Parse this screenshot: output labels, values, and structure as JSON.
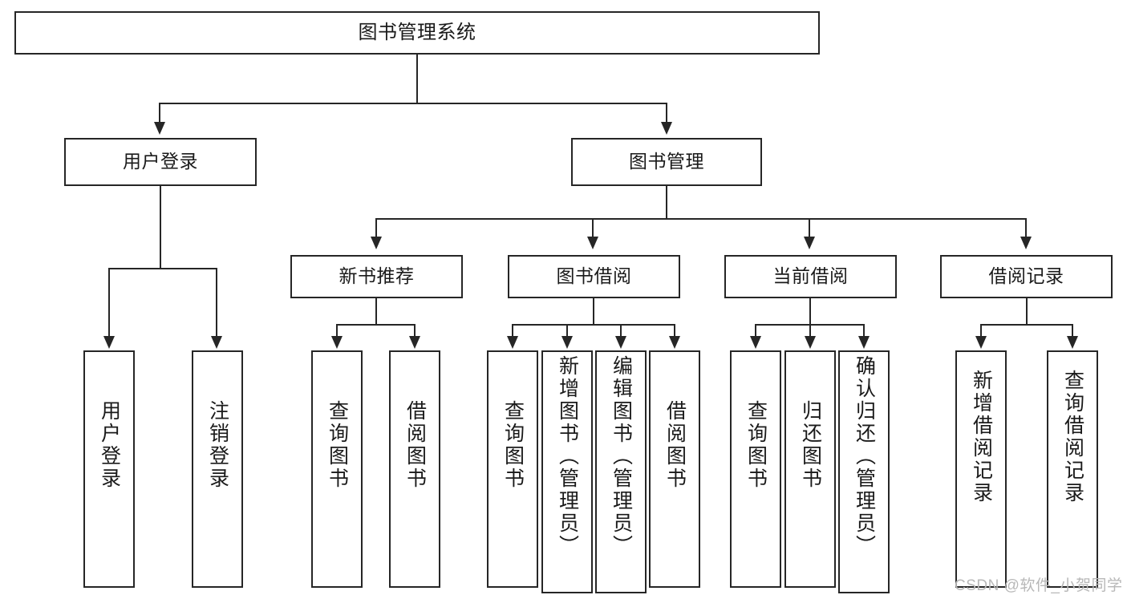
{
  "diagram": {
    "type": "hierarchy-tree",
    "title": "图书管理系统",
    "watermark": "CSDN @软件_小贺同学",
    "accent_color": "#262626",
    "background_color": "#ffffff",
    "root": {
      "id": "root",
      "label": "图书管理系统",
      "orientation": "horizontal"
    },
    "level2": [
      {
        "id": "user-login",
        "label": "用户登录",
        "orientation": "horizontal"
      },
      {
        "id": "book-manage",
        "label": "图书管理",
        "orientation": "horizontal"
      }
    ],
    "level3": [
      {
        "id": "new-book-recommend",
        "label": "新书推荐",
        "orientation": "horizontal",
        "parent": "book-manage"
      },
      {
        "id": "book-borrow",
        "label": "图书借阅",
        "orientation": "horizontal",
        "parent": "book-manage"
      },
      {
        "id": "current-borrow",
        "label": "当前借阅",
        "orientation": "horizontal",
        "parent": "book-manage"
      },
      {
        "id": "borrow-record",
        "label": "借阅记录",
        "orientation": "horizontal",
        "parent": "book-manage"
      }
    ],
    "leaves": [
      {
        "id": "leaf-user-login",
        "label": "用户登录",
        "parent": "user-login",
        "orientation": "vertical"
      },
      {
        "id": "leaf-user-logout",
        "label": "注销登录",
        "parent": "user-login",
        "orientation": "vertical"
      },
      {
        "id": "leaf-query-book-1",
        "label": "查询图书",
        "parent": "new-book-recommend",
        "orientation": "vertical"
      },
      {
        "id": "leaf-borrow-book-1",
        "label": "借阅图书",
        "parent": "new-book-recommend",
        "orientation": "vertical"
      },
      {
        "id": "leaf-query-book-2",
        "label": "查询图书",
        "parent": "book-borrow",
        "orientation": "vertical"
      },
      {
        "id": "leaf-add-book",
        "label": "新增图书（管理员）",
        "parent": "book-borrow",
        "orientation": "vertical"
      },
      {
        "id": "leaf-edit-book",
        "label": "编辑图书（管理员）",
        "parent": "book-borrow",
        "orientation": "vertical"
      },
      {
        "id": "leaf-borrow-book-2",
        "label": "借阅图书",
        "parent": "book-borrow",
        "orientation": "vertical"
      },
      {
        "id": "leaf-query-book-3",
        "label": "查询图书",
        "parent": "current-borrow",
        "orientation": "vertical"
      },
      {
        "id": "leaf-return-book",
        "label": "归还图书",
        "parent": "current-borrow",
        "orientation": "vertical"
      },
      {
        "id": "leaf-confirm-return",
        "label": "确认归还（管理员）",
        "parent": "current-borrow",
        "orientation": "vertical"
      },
      {
        "id": "leaf-add-record",
        "label": "新增借阅记录",
        "parent": "borrow-record",
        "orientation": "vertical"
      },
      {
        "id": "leaf-query-record",
        "label": "查询借阅记录",
        "parent": "borrow-record",
        "orientation": "vertical"
      }
    ]
  }
}
